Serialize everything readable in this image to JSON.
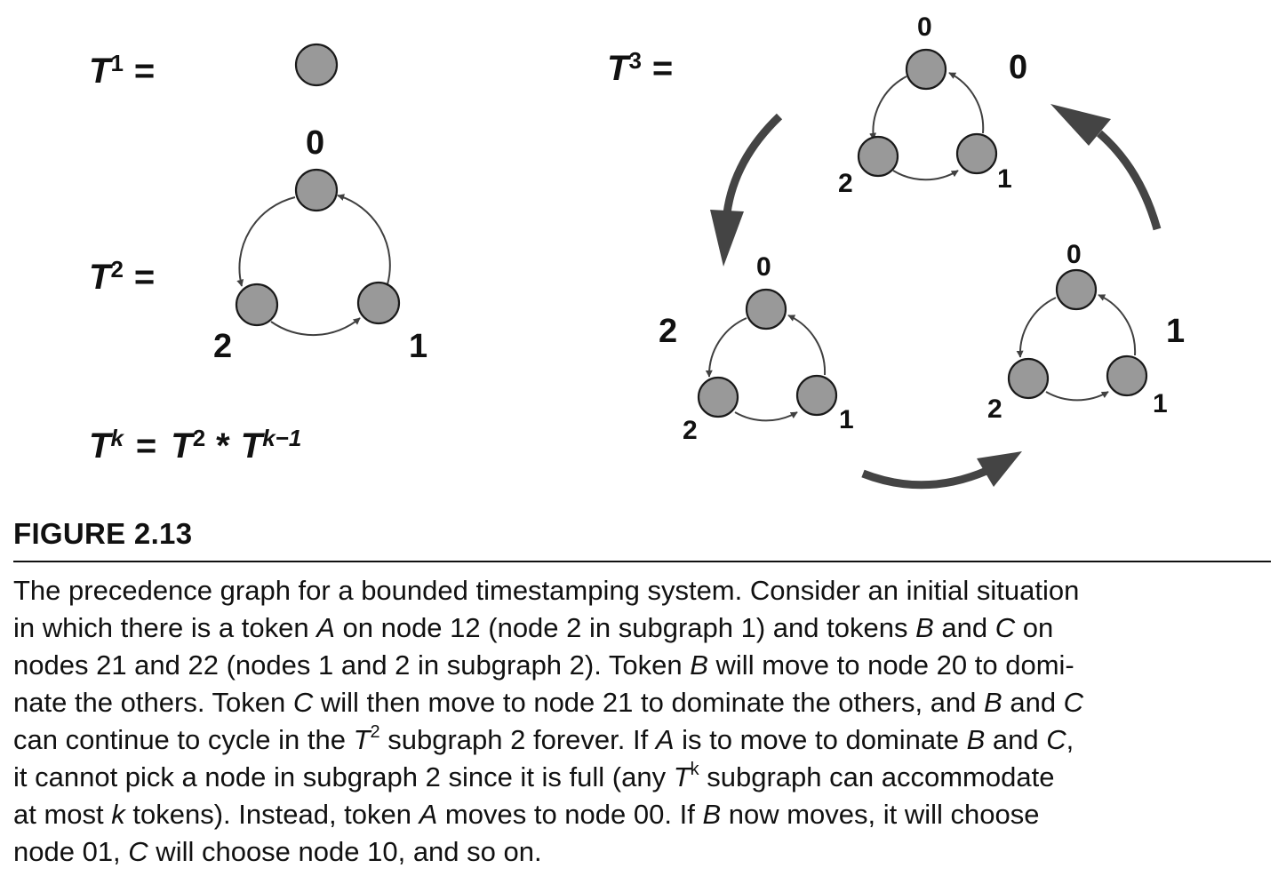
{
  "equations": {
    "t1": {
      "base": "T",
      "sup": "1",
      "rhs": "="
    },
    "t2": {
      "base": "T",
      "sup": "2",
      "rhs": "="
    },
    "t3": {
      "base": "T",
      "sup": "3",
      "rhs": "="
    },
    "tk": {
      "base": "T",
      "sup": "k",
      "eq": "=",
      "b2": "T",
      "s2": "2",
      "op": "*",
      "b3": "T",
      "s3": "k−1"
    }
  },
  "t2_graph": {
    "node_labels": [
      "0",
      "1",
      "2"
    ]
  },
  "t3_graph": {
    "subgraph_labels": [
      "0",
      "1",
      "2"
    ],
    "top": {
      "node_labels": [
        "0",
        "1",
        "2"
      ]
    },
    "left": {
      "node_labels": [
        "0",
        "1",
        "2"
      ]
    },
    "right": {
      "node_labels": [
        "0",
        "1",
        "2"
      ]
    }
  },
  "colors": {
    "node_fill": "#999999",
    "node_stroke": "#1a1a1a",
    "edge": "#404040",
    "big_arrow": "#444444"
  },
  "figure_label": "FIGURE 2.13",
  "caption": {
    "lines": [
      "The precedence graph for a bounded timestamping system. Consider an initial situation",
      "in which there is a token [A] on node 12 (node 2 in subgraph 1) and tokens [B] and [C] on",
      "nodes 21 and 22 (nodes 1 and 2 in subgraph 2). Token [B] will move to node 20 to domi-",
      "nate the others. Token [C] will then move to node 21 to dominate the others, and [B] and [C]",
      "can continue to cycle in the [T]^2^ subgraph 2 forever. If [A] is to move to dominate [B] and [C],",
      "it cannot pick a node in subgraph 2 since it is full (any [T]^k^ subgraph can accommodate",
      "at most [k] tokens). Instead, token [A] moves to node 00. If [B] now moves, it will choose",
      "node 01, [C] will choose node 10, and so on."
    ]
  }
}
